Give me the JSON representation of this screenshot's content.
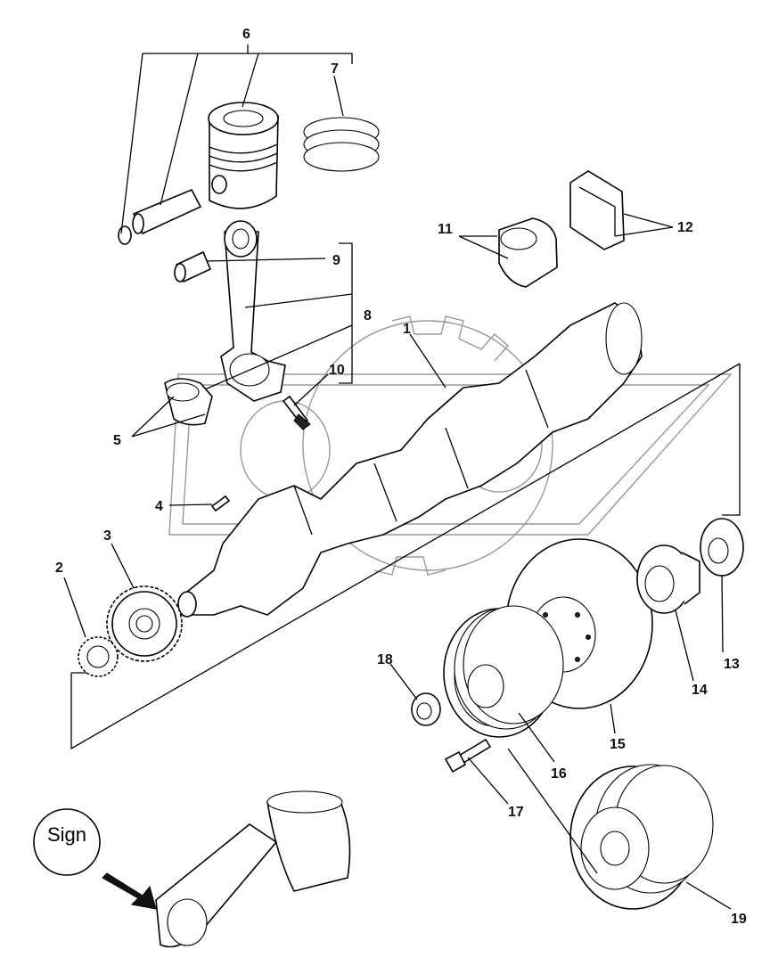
{
  "diagram": {
    "callouts": [
      {
        "id": "c1",
        "text": "1"
      },
      {
        "id": "c2",
        "text": "2"
      },
      {
        "id": "c3",
        "text": "3"
      },
      {
        "id": "c4",
        "text": "4"
      },
      {
        "id": "c5",
        "text": "5"
      },
      {
        "id": "c6",
        "text": "6"
      },
      {
        "id": "c7",
        "text": "7"
      },
      {
        "id": "c8",
        "text": "8"
      },
      {
        "id": "c9",
        "text": "9"
      },
      {
        "id": "c10",
        "text": "10"
      },
      {
        "id": "c11",
        "text": "11"
      },
      {
        "id": "c12",
        "text": "12"
      },
      {
        "id": "c13",
        "text": "13"
      },
      {
        "id": "c14",
        "text": "14"
      },
      {
        "id": "c15",
        "text": "15"
      },
      {
        "id": "c16",
        "text": "16"
      },
      {
        "id": "c17",
        "text": "17"
      },
      {
        "id": "c18",
        "text": "18"
      },
      {
        "id": "c19",
        "text": "19"
      }
    ],
    "sign_label": "Sign",
    "colors": {
      "line": "#000000",
      "watermark": "#999999",
      "background": "#ffffff"
    }
  }
}
